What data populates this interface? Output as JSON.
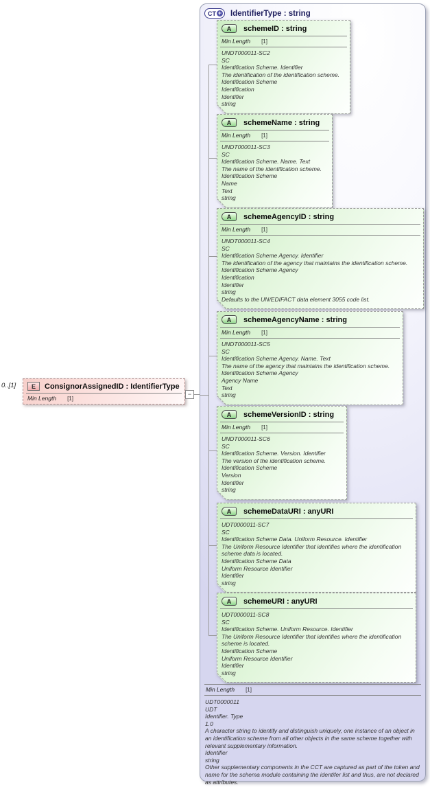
{
  "palette": {
    "complex_type_fill": "#dcdcf2",
    "attribute_fill": "#cdeec4",
    "element_fill": "#f7cfca",
    "line_gray": "#999999",
    "title_navy": "#1f1f5e"
  },
  "icons": {
    "complex_type": "CT",
    "attribute": "A",
    "element": "E",
    "plus": "+",
    "collapse": "−"
  },
  "element": {
    "cardinality": "0..[1]",
    "title": "ConsignorAssignedID : IdentifierType",
    "facet_label": "Min Length",
    "facet_value": "[1]"
  },
  "complex_type": {
    "title": "IdentifierType : string",
    "facet_label": "Min Length",
    "facet_value": "[1]",
    "annotation": [
      "UDT0000011",
      "UDT",
      "Identifier. Type",
      "1.0",
      "A character string to identify and distinguish uniquely, one instance of an object in an identification scheme from all other objects in the same scheme together with relevant supplementary information.",
      "Identifier",
      "string",
      "Other supplementary components in the CCT are captured as part of the token and name for the schema module containing the identifer list and thus, are not declared as attributes."
    ],
    "attributes": [
      {
        "title": "schemeID : string",
        "facet_label": "Min Length",
        "facet_value": "[1]",
        "annotation": [
          "UNDT000011-SC2",
          "SC",
          "Identification Scheme. Identifier",
          "The identification of the identification scheme.",
          "Identification Scheme",
          "Identification",
          "Identifier",
          "string"
        ]
      },
      {
        "title": "schemeName : string",
        "facet_label": "Min Length",
        "facet_value": "[1]",
        "annotation": [
          "UNDT000011-SC3",
          "SC",
          "Identification Scheme. Name. Text",
          "The name of the identification scheme.",
          "Identification Scheme",
          "Name",
          "Text",
          "string"
        ]
      },
      {
        "title": "schemeAgencyID : string",
        "facet_label": "Min Length",
        "facet_value": "[1]",
        "annotation": [
          "UNDT000011-SC4",
          "SC",
          "Identification Scheme Agency. Identifier",
          "The identification of the agency that maintains the identification scheme.",
          "Identification Scheme Agency",
          "Identification",
          "Identifier",
          "string",
          "Defaults to the UN/EDIFACT data element 3055 code list."
        ]
      },
      {
        "title": "schemeAgencyName : string",
        "facet_label": "Min Length",
        "facet_value": "[1]",
        "annotation": [
          "UNDT000011-SC5",
          "SC",
          "Identification Scheme Agency. Name. Text",
          "The name of the agency that maintains the identification scheme.",
          "Identification Scheme Agency",
          "Agency Name",
          "Text",
          "string"
        ]
      },
      {
        "title": "schemeVersionID : string",
        "facet_label": "Min Length",
        "facet_value": "[1]",
        "annotation": [
          "UNDT000011-SC6",
          "SC",
          "Identification Scheme. Version. Identifier",
          "The version of the identification scheme.",
          "Identification Scheme",
          "Version",
          "Identifier",
          "string"
        ]
      },
      {
        "title": "schemeDataURI : anyURI",
        "annotation": [
          "UDT0000011-SC7",
          "SC",
          "Identification Scheme Data. Uniform Resource. Identifier",
          "The Uniform Resource Identifier that identifies where the identification scheme data is located.",
          "Identification Scheme Data",
          "Uniform Resource Identifier",
          "Identifier",
          "string"
        ]
      },
      {
        "title": "schemeURI : anyURI",
        "annotation": [
          "UDT0000011-SC8",
          "SC",
          "Identification Scheme. Uniform Resource. Identifier",
          "The Uniform Resource Identifier that identifies where the identification scheme is located.",
          "Identification Scheme",
          "Uniform Resource Identifier",
          "Identifier",
          "string"
        ]
      }
    ]
  }
}
